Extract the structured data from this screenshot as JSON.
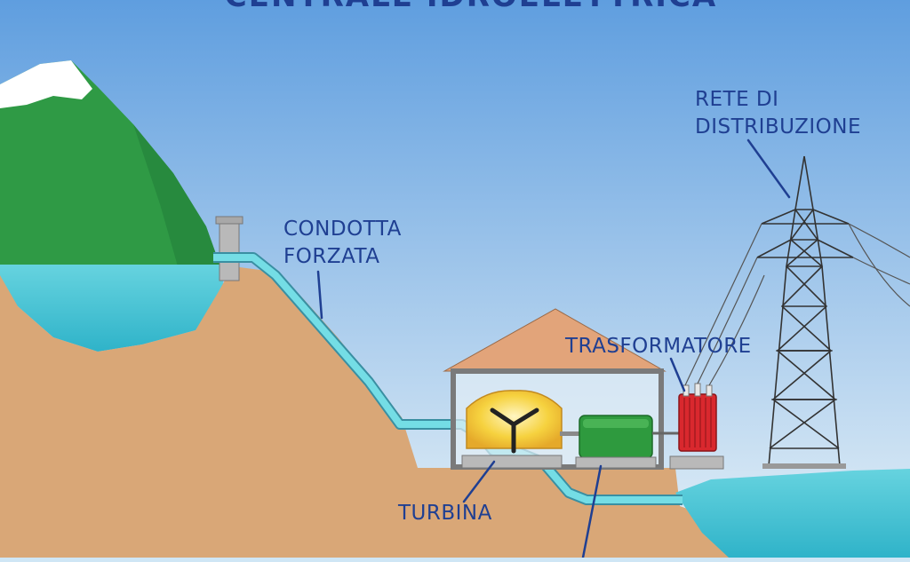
{
  "title": "CENTRALE IDROELETTRICA",
  "labels": {
    "condotta_line1": "CONDOTTA",
    "condotta_line2": "FORZATA",
    "rete_line1": "RETE DI",
    "rete_line2": "DISTRIBUZIONE",
    "trasformatore": "TRASFORMATORE",
    "turbina": "TURBINA"
  },
  "colors": {
    "label_text": "#1f3f92",
    "sky_top": "#5f9edf",
    "sky_bottom": "#dcecf6",
    "water": "#4cc7d6",
    "ground": "#d9a777",
    "mountain": "#2f9a45",
    "penstock": "#6fd8e0",
    "roof": "#e2a47a",
    "turbine": "#f6d23f",
    "generator": "#2e9a3e",
    "transformer": "#d9282e"
  }
}
